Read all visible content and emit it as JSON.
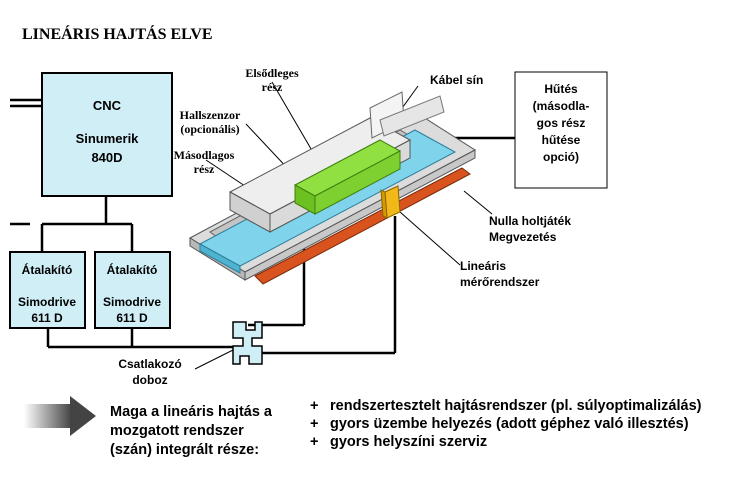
{
  "title": "LINEÁRIS HAJTÁS ELVE",
  "cnc": {
    "line1": "CNC",
    "line2": "Sinumerik",
    "line3": "840D"
  },
  "converters": [
    {
      "line1": "Átalakító",
      "line2": "Simodrive",
      "line3": "611 D"
    },
    {
      "line1": "Átalakító",
      "line2": "Simodrive",
      "line3": "611 D"
    }
  ],
  "cooling": {
    "lines": [
      "Hűtés",
      "(másodla-",
      "gos rész",
      "hűtése",
      "opció)"
    ]
  },
  "labels": {
    "primary": [
      "Elsődleges",
      "rész"
    ],
    "cable_rail": "Kábel sín",
    "hall_sensor": [
      "Hallszenzor",
      "(opcionális)"
    ],
    "secondary": [
      "Másodlagos",
      "rész"
    ],
    "guide": [
      "Nulla holtjáték",
      "Megvezetés"
    ],
    "measuring": [
      "Lineáris",
      "mérőrendszer"
    ],
    "junction_box": [
      "Csatlakozó",
      "doboz"
    ]
  },
  "summary": {
    "left": [
      "Maga a lineáris hajtás a",
      "mozgatott rendszer",
      "(szán) integrált része:"
    ],
    "bullet_mark": "+",
    "bullets": [
      "rendszertesztelt hajtásrendszer (pl. súlyoptimalizálás)",
      "gyors üzembe helyezés (adott géphez való illesztés)",
      "gyors helyszíni szerviz"
    ]
  },
  "colors": {
    "box_fill": "#cfeef6",
    "primary_green": "#8fe040",
    "secondary_cyan": "#7fd3ea",
    "rail_red": "#d9531e",
    "encoder_orange": "#f2b81a",
    "base_gray": "#dcdcdc"
  }
}
